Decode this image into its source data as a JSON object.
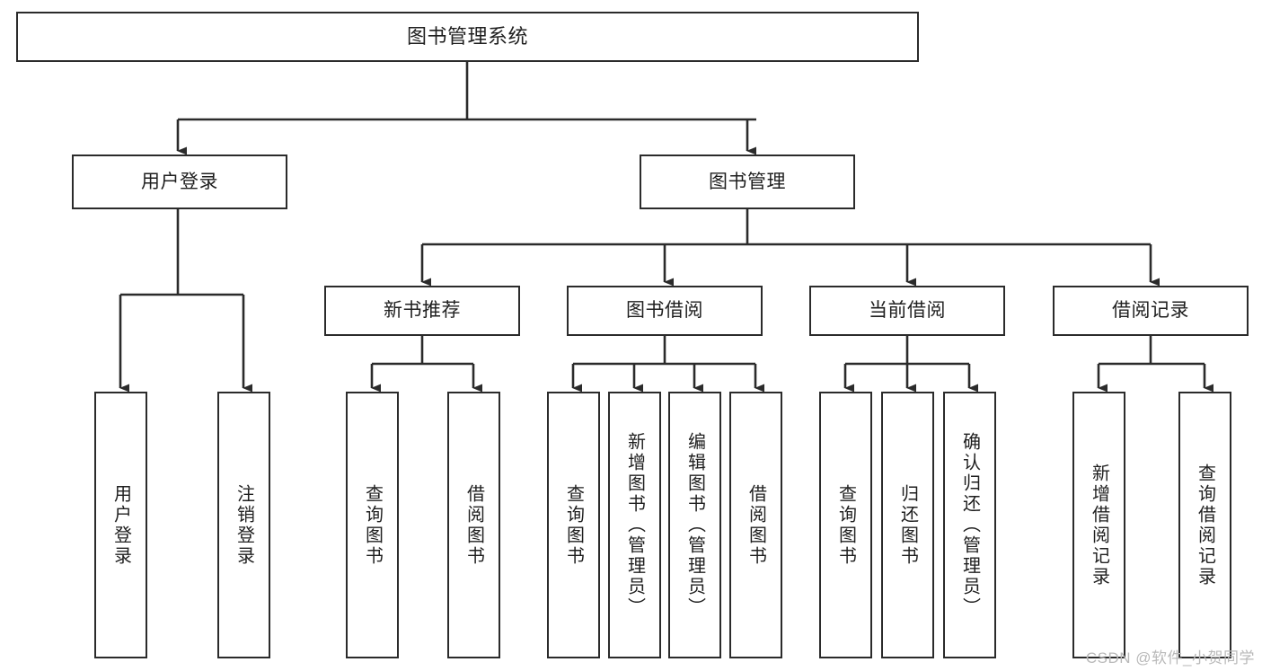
{
  "diagram": {
    "title": "图书管理系统",
    "type": "tree",
    "watermark": "CSDN @软件_小贺同学",
    "colors": {
      "stroke": "#2b2b2b",
      "fill": "#ffffff",
      "text": "#1f1f1f",
      "watermark": "#b9b9b9"
    }
  },
  "nodes": {
    "root": {
      "label": "图书管理系统"
    },
    "level1": [
      {
        "id": "user-login",
        "label": "用户登录"
      },
      {
        "id": "book-manage",
        "label": "图书管理"
      }
    ],
    "level2": [
      {
        "id": "new-book-recommend",
        "label": "新书推荐"
      },
      {
        "id": "book-borrow",
        "label": "图书借阅"
      },
      {
        "id": "current-borrow",
        "label": "当前借阅"
      },
      {
        "id": "borrow-record",
        "label": "借阅记录"
      }
    ],
    "leaves": {
      "user-login": [
        {
          "id": "leaf-user-login",
          "label": "用户登录"
        },
        {
          "id": "leaf-user-logout",
          "label": "注销登录"
        }
      ],
      "new-book-recommend": [
        {
          "id": "leaf-query-book-1",
          "label": "查询图书"
        },
        {
          "id": "leaf-borrow-book-1",
          "label": "借阅图书"
        }
      ],
      "book-borrow": [
        {
          "id": "leaf-query-book-2",
          "label": "查询图书"
        },
        {
          "id": "leaf-add-book",
          "label": "新增图书（管理员）"
        },
        {
          "id": "leaf-edit-book",
          "label": "编辑图书（管理员）"
        },
        {
          "id": "leaf-borrow-book-2",
          "label": "借阅图书"
        }
      ],
      "current-borrow": [
        {
          "id": "leaf-query-book-3",
          "label": "查询图书"
        },
        {
          "id": "leaf-return-book",
          "label": "归还图书"
        },
        {
          "id": "leaf-confirm-return",
          "label": "确认归还（管理员）"
        }
      ],
      "borrow-record": [
        {
          "id": "leaf-add-record",
          "label": "新增借阅记录"
        },
        {
          "id": "leaf-query-record",
          "label": "查询借阅记录"
        }
      ]
    }
  }
}
